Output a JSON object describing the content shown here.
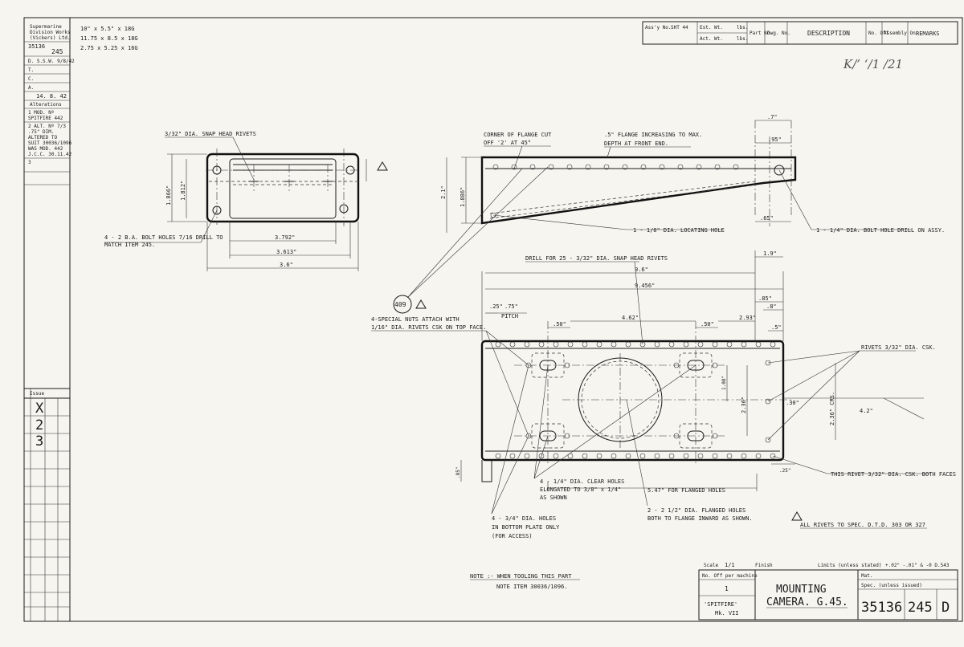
{
  "sidebar": {
    "firm": [
      "Supermarine",
      "Division Works",
      "(Vickers) Ltd."
    ],
    "drawing_no": "35136",
    "sheet_no": "245",
    "drawn_by": "D. S.S.W. 9/8/42",
    "tracer": "T.",
    "checker": "C.",
    "approver": "A.",
    "date": "14. 8. 42",
    "alterations_title": "Alterations",
    "alterations": [
      "1  MOD. Nº",
      "SPITFIRE 442",
      "2  ALT. Nº 7/3",
      ".75\" DIM.",
      "ALTERED TO",
      "SUIT 30036/1096",
      "WAS MOD. 442",
      "J.C.C. 30.11.42",
      "3"
    ],
    "issue_label": "Issue",
    "issue_marks": [
      "X",
      "2",
      "3"
    ]
  },
  "material": [
    "10\" x 5.5\" x 18G",
    "11.75 x 8.5 x 18G",
    "2.75 x 5.25 x 16G"
  ],
  "header": {
    "asst_no": "Ass'y No.",
    "sht": "SHT 44",
    "est_wt": "Est. Wt.",
    "act_wt": "Act. Wt.",
    "lbs": "lbs.",
    "part_no": "Part No.",
    "dwg_no": "Dwg. No.",
    "description": "DESCRIPTION",
    "no_off": "No. Off",
    "assembly_on": "Assembly On.",
    "remarks": "REMARKS"
  },
  "handwritten": "K/’ ‘/1 /21",
  "labels": {
    "snap_head": "3/32\" DIA. SNAP HEAD RIVETS",
    "bolt_holes": [
      "4 - 2 B.A. BOLT HOLES 7/16 DRILL TO",
      "MATCH ITEM 245."
    ],
    "flange_cut": [
      "CORNER OF FLANGE CUT",
      "OFF '2' AT 45°"
    ],
    "flange_increasing": [
      ".5\" FLANGE INCREASING TO MAX.",
      "DEPTH AT FRONT END."
    ],
    "locating_hole": "1 - 1/8\" DIA. LOCATING HOLE",
    "bolt_hole_drill": "1 - 1/4\" DIA. BOLT HOLE DRILL ON ASSY.",
    "drill_rivets": "DRILL FOR 25 - 3/32\" DIA. SNAP HEAD RIVETS",
    "nuts": [
      "4-SPECIAL NUTS ATTACH WITH",
      "1/16\" DIA. RIVETS CSK ON TOP FACE."
    ],
    "balloon": "409",
    "rivets_csk": "RIVETS 3/32\" DIA. CSK.",
    "this_rivet": "THIS RIVET 3/32\" DIA. CSK. BOTH FACES",
    "clear_holes": [
      "4 - 1/4\" DIA. CLEAR HOLES",
      "ELONGATED TO 3/8\" x 1/4\"",
      "AS SHOWN"
    ],
    "access_holes": [
      "4 - 3/4\" DIA. HOLES",
      "IN BOTTOM PLATE ONLY",
      "(FOR ACCESS)"
    ],
    "flanged_holes": [
      "2 - 2 1/2\" DIA. FLANGED HOLES",
      "BOTH TO FLANGE INWARD AS SHOWN."
    ],
    "all_rivets": "ALL RIVETS TO SPEC. D.T.D. 303 OR 327",
    "note": [
      "NOTE :- WHEN TOOLING THIS PART",
      "NOTE ITEM 30036/1096."
    ]
  },
  "dims": {
    "d3792": "3.792\"",
    "d3613": "3.613\"",
    "d36": "3.6\"",
    "d1866": "1.866\"",
    "d1812": "1.812\"",
    "d1886": "1.886\"",
    "d21": "2.1\"",
    "d7": ".7\"",
    "d95": ".95\"",
    "d65": ".65\"",
    "d96": "9.6\"",
    "d9456": "9.456\"",
    "d19": "1.9\"",
    "d85": ".85\"",
    "d8": ".8\"",
    "d25": ".25\"",
    "d75pitch": ".75\"",
    "pitch": "PITCH",
    "d50a": ".50\"",
    "d462": "4.62\"",
    "d50b": ".50\"",
    "d293": "2.93\"",
    "d5": ".5\"",
    "d42": "4.2\"",
    "d236": "2.36\"",
    "d236csk": "2.36\" CRS.",
    "d108": "1.08\"",
    "d30": ".30\"",
    "d547": "5.47\" FOR FLANGED HOLES"
  },
  "title_block": {
    "scale": "Scale",
    "scale_val": "1/1",
    "finish": "Finish",
    "limits": "Limits (unless stated)",
    "limits_val": "+.02\" -.01\"  & -0  D.543",
    "no_off": "No. Off per machine",
    "no_off_val": "1",
    "aircraft": [
      "'SPITFIRE'",
      "Mk. VII"
    ],
    "title": [
      "MOUNTING",
      "CAMERA. G.45."
    ],
    "mat": "Mat.",
    "spec": "Spec. (unless issued)",
    "drawing_no": "35136",
    "sheet": "245",
    "size": "D"
  }
}
